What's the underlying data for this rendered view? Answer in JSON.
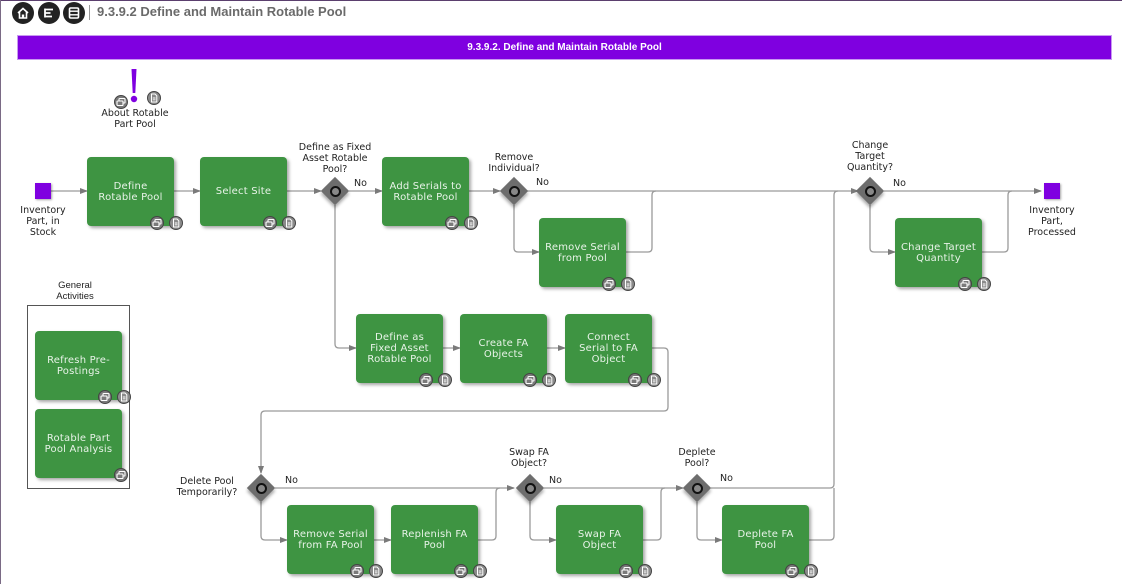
{
  "header": {
    "nav_buttons": [
      {
        "name": "home",
        "icon": "home-icon"
      },
      {
        "name": "outline",
        "icon": "list-icon"
      },
      {
        "name": "window",
        "icon": "window-icon"
      }
    ],
    "title": "9.3.9.2 Define and Maintain Rotable Pool"
  },
  "diagram": {
    "banner_title": "9.3.9.2. Define and Maintain Rotable Pool",
    "colors": {
      "task": "#3e9442",
      "event": "#7f00e0",
      "banner": "#7f00e0",
      "gateway": "#6d6d6d"
    },
    "annotation": {
      "label": "About Rotable Part Pool",
      "icon": "exclamation-icon"
    },
    "events": {
      "start": "Inventory Part, in Stock",
      "end": "Inventory Part, Processed"
    },
    "tasks": {
      "define_rotable_pool": "Define Rotable Pool",
      "select_site": "Select Site",
      "add_serials": "Add Serials to Rotable Pool",
      "remove_serial_from_pool": "Remove Serial from Pool",
      "change_target_quantity": "Change Target Quantity",
      "define_fixed_asset_pool": "Define as Fixed Asset Rotable Pool",
      "create_fa_objects": "Create FA Objects",
      "connect_serial": "Connect Serial to FA Object",
      "remove_serial_from_fa_pool": "Remove Serial from FA Pool",
      "replenish_fa_pool": "Replenish FA Pool",
      "swap_fa_object": "Swap FA Object",
      "deplete_fa_pool": "Deplete FA Pool",
      "refresh_prepostings": "Refresh Pre-Postings",
      "rotable_part_pool_analysis": "Rotable Part Pool Analysis"
    },
    "gateways": {
      "define_fixed": "Define as Fixed Asset Rotable Pool?",
      "remove_individual": "Remove Individual?",
      "change_target": "Change Target Quantity?",
      "delete_pool": "Delete Pool Temporarily?",
      "swap_fa": "Swap FA Object?",
      "deplete_pool": "Deplete Pool?"
    },
    "flow_label_no": "No",
    "group": {
      "title": "General Activities"
    }
  }
}
